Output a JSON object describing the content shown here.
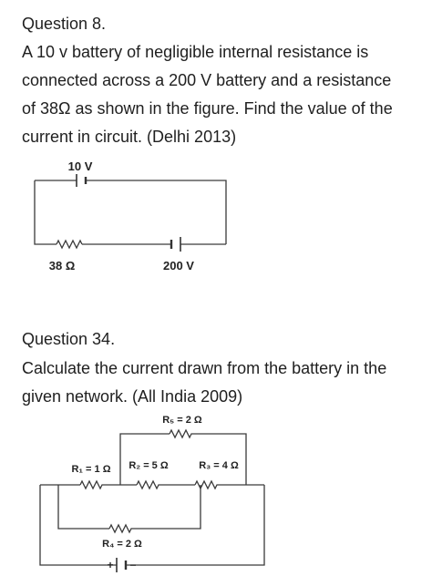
{
  "q8": {
    "heading": "Question 8.",
    "lines": [
      "A 10 v battery of negligible internal resistance is",
      "connected across a 200 V battery and a resistance",
      "of 38Ω as shown in the figure. Find the value of the",
      "current in circuit. (Delhi 2013)"
    ],
    "figure": {
      "battery_top": "10 V",
      "resistor": "38 Ω",
      "battery_bottom": "200 V"
    }
  },
  "q34": {
    "heading": "Question 34.",
    "lines": [
      "Calculate the current drawn from the battery in the",
      "given network. (All India 2009)"
    ],
    "figure": {
      "r5": "R₅ = 2 Ω",
      "r1": "R₁ = 1 Ω",
      "r2": "R₂ = 5 Ω",
      "r3": "R₃ = 4 Ω",
      "r4": "R₄ = 2 Ω",
      "plus": "+",
      "minus": "−"
    }
  }
}
